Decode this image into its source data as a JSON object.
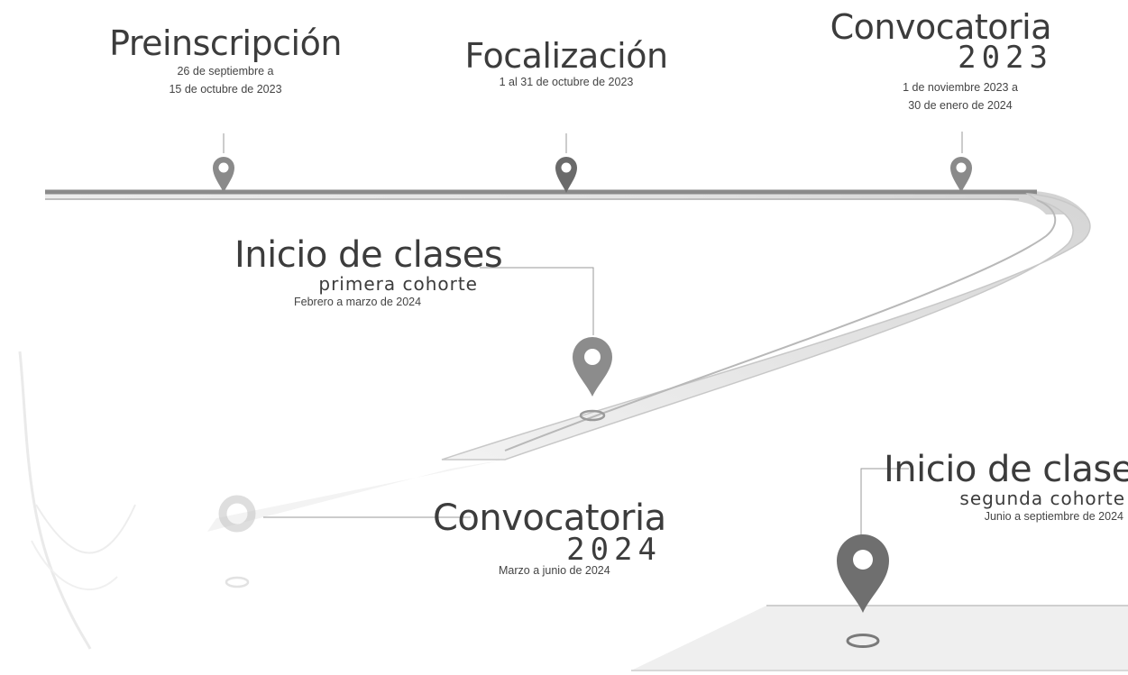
{
  "milestones": {
    "preinscripcion": {
      "title": "Preinscripción",
      "date_line1": "26 de septiembre a",
      "date_line2": "15 de octubre de 2023"
    },
    "focalizacion": {
      "title": "Focalización",
      "date": "1 al 31 de octubre de 2023"
    },
    "convocatoria_2023": {
      "title": "Convocatoria",
      "year": "2023",
      "date_line1": "1 de noviembre 2023 a",
      "date_line2": "30 de enero de 2024"
    },
    "inicio_primera": {
      "title": "Inicio de clases",
      "subtitle": "primera cohorte",
      "date": "Febrero a marzo de 2024"
    },
    "convocatoria_2024": {
      "title": "Convocatoria",
      "year": "2024",
      "date": "Marzo a junio de 2024"
    },
    "inicio_segunda": {
      "title": "Inicio de clases",
      "subtitle": "segunda cohorte",
      "date": "Junio a septiembre de 2024"
    }
  },
  "colors": {
    "road": "#8a8a8a",
    "road_light": "#d8d8d8",
    "pin": "#7a7a7a",
    "pin_dark": "#5e5e5e",
    "leader": "#9a9a9a",
    "text": "#3c3c3c"
  },
  "icons": [
    "location-pin-icon",
    "ring-marker-icon"
  ]
}
